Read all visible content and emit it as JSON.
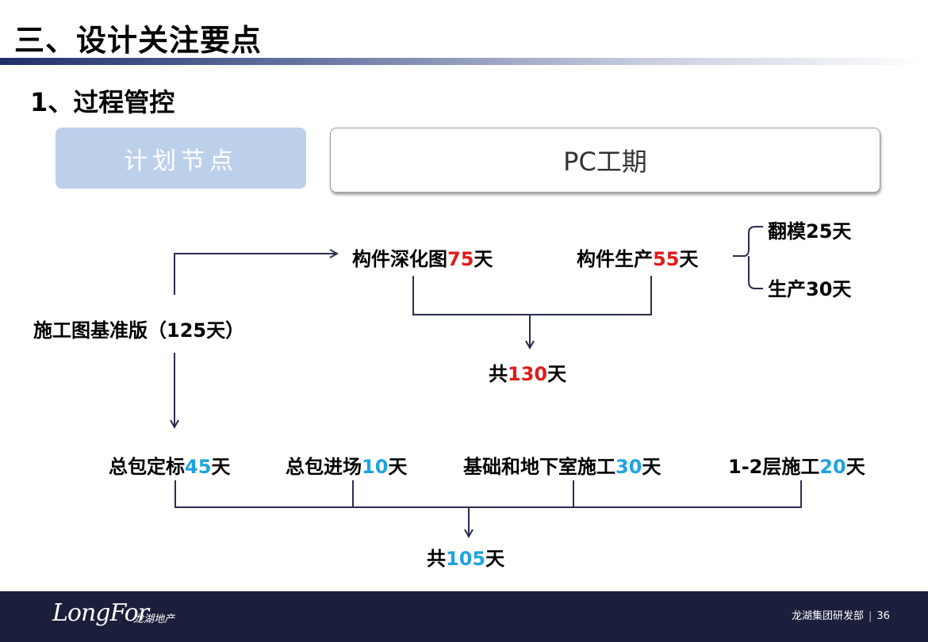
{
  "header": {
    "title": "三、设计关注要点",
    "subtitle": "1、过程管控"
  },
  "tabs": {
    "plan": "计划节点",
    "pc": "PC工期"
  },
  "nodes": {
    "baseline": "施工图基准版（125天）",
    "deepening": {
      "text": "构件深化图",
      "num": "75",
      "unit": "天"
    },
    "production": {
      "text": "构件生产",
      "num": "55",
      "unit": "天"
    },
    "mold": "翻模25天",
    "produce": "生产30天",
    "total_pc": {
      "pre": "共",
      "num": "130",
      "unit": "天"
    },
    "bid": {
      "text": "总包定标",
      "num": "45",
      "unit": "天"
    },
    "entry": {
      "text": "总包进场",
      "num": "10",
      "unit": "天"
    },
    "foundation": {
      "text": "基础和地下室施工",
      "num": "30",
      "unit": "天"
    },
    "floors": {
      "text": "1-2层施工",
      "num": "20",
      "unit": "天"
    },
    "total_site": {
      "pre": "共",
      "num": "105",
      "unit": "天"
    }
  },
  "colors": {
    "highlight_red": "#e01b1b",
    "highlight_blue": "#1fa3e0",
    "line": "#2a2d4f",
    "footer": "#1b1f3b"
  },
  "footer": {
    "logo": "LongFor",
    "logo_cn": "龙湖地产",
    "dept": "龙湖集团研发部",
    "page": "36"
  }
}
